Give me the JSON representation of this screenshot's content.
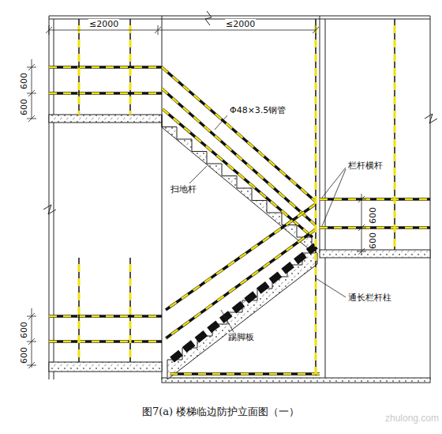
{
  "diagram": {
    "caption": "图7(a) 楼梯临边防护立面图（一）",
    "labels": [
      "≤2000",
      "≤2000",
      "600",
      "600",
      "Φ48×3.5钢管",
      "扫地杆",
      "栏杆横杆",
      "600",
      "600",
      "通长栏杆柱",
      "600",
      "600",
      "踢脚板",
      "zhulong.com"
    ]
  }
}
